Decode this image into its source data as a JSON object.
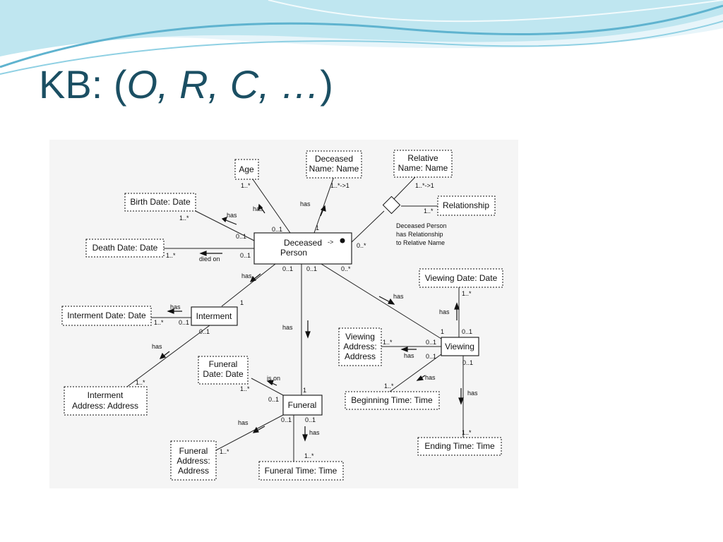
{
  "title": {
    "prefix": "KB: (",
    "italic": "O, R, C, …",
    "suffix": ")"
  },
  "theme": {
    "title_color": "#1b4f63",
    "wave_dark": "#5fb3cf",
    "wave_light": "#bfe6f0"
  },
  "diagram": {
    "objects": {
      "deceased_person": [
        "Deceased",
        "Person"
      ],
      "interment": "Interment",
      "funeral": "Funeral",
      "viewing": "Viewing",
      "arrow_mark": "->"
    },
    "lexical": {
      "age": "Age",
      "deceased_name": [
        "Deceased",
        "Name: Name"
      ],
      "relative_name": [
        "Relative",
        "Name: Name"
      ],
      "relationship": "Relationship",
      "birth_date": "Birth Date: Date",
      "death_date": "Death Date: Date",
      "interment_date": "Interment Date: Date",
      "interment_address": [
        "Interment",
        "Address: Address"
      ],
      "funeral_date": [
        "Funeral",
        "Date: Date"
      ],
      "funeral_address": [
        "Funeral",
        "Address:",
        "Address"
      ],
      "funeral_time": "Funeral Time: Time",
      "viewing_date": "Viewing Date: Date",
      "viewing_address": [
        "Viewing",
        "Address:",
        "Address"
      ],
      "beginning_time": "Beginning Time: Time",
      "ending_time": "Ending Time: Time"
    },
    "relationship_note": [
      "Deceased Person",
      "has Relationship",
      "to Relative Name"
    ],
    "rel_labels": {
      "has": "has",
      "died_on": "died on",
      "is_on": "is on"
    },
    "cards": {
      "c_0_1": "0..1",
      "c_1": "1",
      "c_1_star": "1..*",
      "c_0_star": "0..*",
      "c_1_star_to_1": "1..*->1"
    }
  }
}
